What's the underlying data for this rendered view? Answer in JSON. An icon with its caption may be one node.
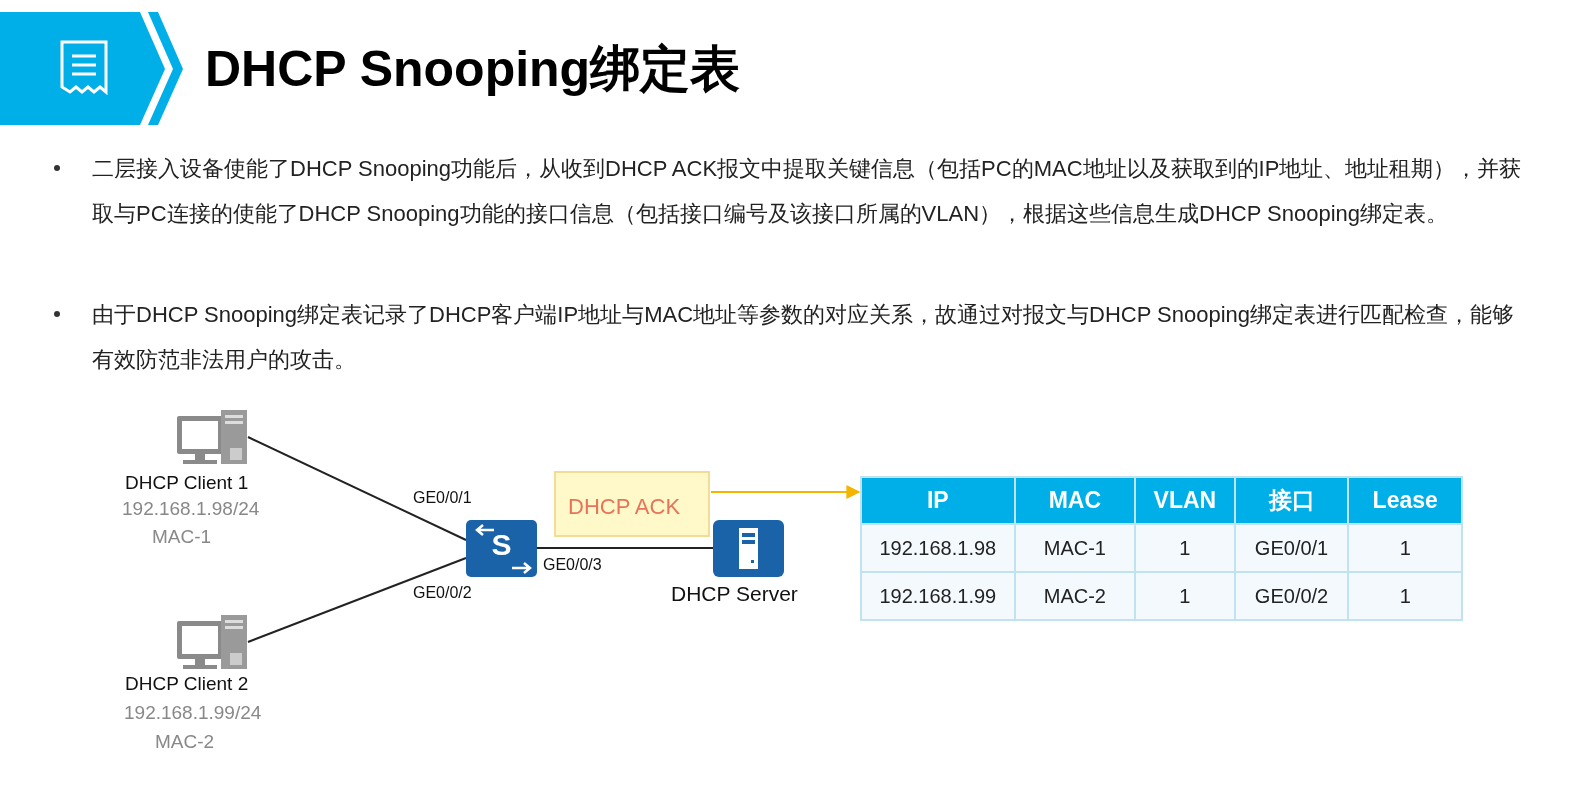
{
  "diagram": {
    "title": "DHCP Snooping绑定表",
    "nodes": [
      {
        "text": [
          "DHCP Client 1"
        ],
        "beside": [
          "192.168.1.98/24",
          "MAC-1"
        ]
      },
      {
        "text": [
          "DHCP Client 2"
        ],
        "beside": [
          "192.168.1.99/24",
          "MAC-2"
        ]
      },
      {
        "text": [
          "S"
        ]
      },
      {
        "text": [
          "DHCP Server"
        ]
      },
      {
        "text": [
          "DHCP ACK"
        ]
      },
      {
        "text": [
          "IP",
          "MAC",
          "VLAN",
          "接口",
          "Lease",
          "192.168.1.98",
          "MAC-1",
          "1",
          "GE0/0/1",
          "1",
          "192.168.1.99",
          "MAC-2",
          "1",
          "GE0/0/2",
          "1"
        ]
      }
    ],
    "edges": [
      {
        "from": 0,
        "to": 2,
        "arrow": "none",
        "label": "GE0/0/1"
      },
      {
        "from": 1,
        "to": 2,
        "arrow": "none",
        "label": "GE0/0/2"
      },
      {
        "from": 2,
        "to": 3,
        "arrow": "none",
        "label": "GE0/0/3"
      },
      {
        "from": 4,
        "to": 5,
        "arrow": "to",
        "color": "#f5b400"
      }
    ],
    "labels": [
      "二层接入设备使能了DHCP Snooping功能后，从收到DHCP ACK报文中提取关键信息（包括PC的MAC地址以及获取到的IP地址、地址租期），并获取与PC连接的使能了DHCP Snooping功能的接口信息（包括接口编号及该接口所属的VLAN），根据这些信息生成DHCP Snooping绑定表。",
      "由于DHCP Snooping绑定表记录了DHCP客户端IP地址与MAC地址等参数的对应关系，故通过对报文与DHCP Snooping绑定表进行匹配检查，能够有效防范非法用户的攻击。"
    ]
  }
}
